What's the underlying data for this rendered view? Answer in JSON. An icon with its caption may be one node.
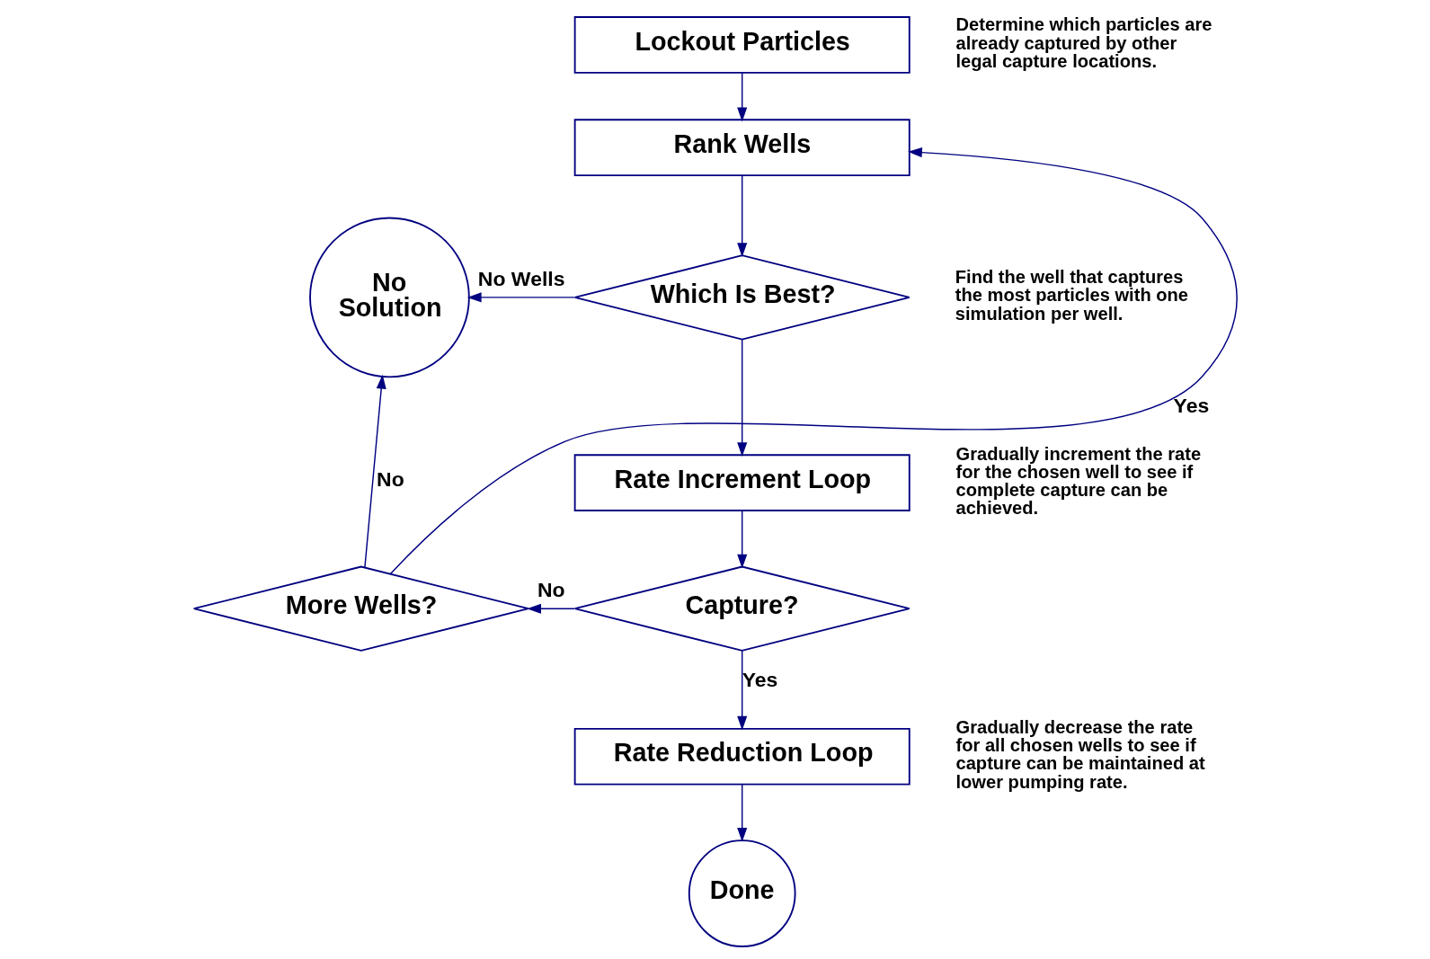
{
  "diagram": {
    "nodes": [
      {
        "text": [
          "Lockout Particles"
        ],
        "beside": [
          "Determine which particles are already captured by other legal capture locations."
        ]
      },
      {
        "text": [
          "Rank Wells"
        ]
      },
      {
        "text": [
          "No Solution"
        ]
      },
      {
        "text": [
          "Which Is Best?"
        ],
        "beside": [
          "Find the well that captures the most particles with one simulation per well."
        ]
      },
      {
        "text": [
          "Rate Increment Loop"
        ],
        "beside": [
          "Gradually increment the rate for the chosen well to see if complete capture can be achieved."
        ]
      },
      {
        "text": [
          "More Wells?"
        ]
      },
      {
        "text": [
          "Capture?"
        ]
      },
      {
        "text": [
          "Rate Reduction Loop"
        ],
        "beside": [
          "Gradually decrease the rate for all chosen wells to see if capture can be maintained at lower pumping rate."
        ]
      },
      {
        "text": [
          "Done"
        ]
      }
    ],
    "edges": [
      {
        "from": 0,
        "to": 1,
        "arrow": "to"
      },
      {
        "from": 1,
        "to": 3,
        "arrow": "to"
      },
      {
        "from": 3,
        "to": 2,
        "arrow": "to",
        "label": "No Wells"
      },
      {
        "from": 3,
        "to": 4,
        "arrow": "to"
      },
      {
        "from": 4,
        "to": 6,
        "arrow": "to"
      },
      {
        "from": 6,
        "to": 5,
        "arrow": "to",
        "label": "No"
      },
      {
        "from": 5,
        "to": 2,
        "arrow": "to",
        "label": "No"
      },
      {
        "from": 5,
        "to": 1,
        "arrow": "to",
        "label": "Yes"
      },
      {
        "from": 6,
        "to": 7,
        "arrow": "to",
        "label": "Yes"
      },
      {
        "from": 7,
        "to": 8,
        "arrow": "to"
      }
    ]
  }
}
